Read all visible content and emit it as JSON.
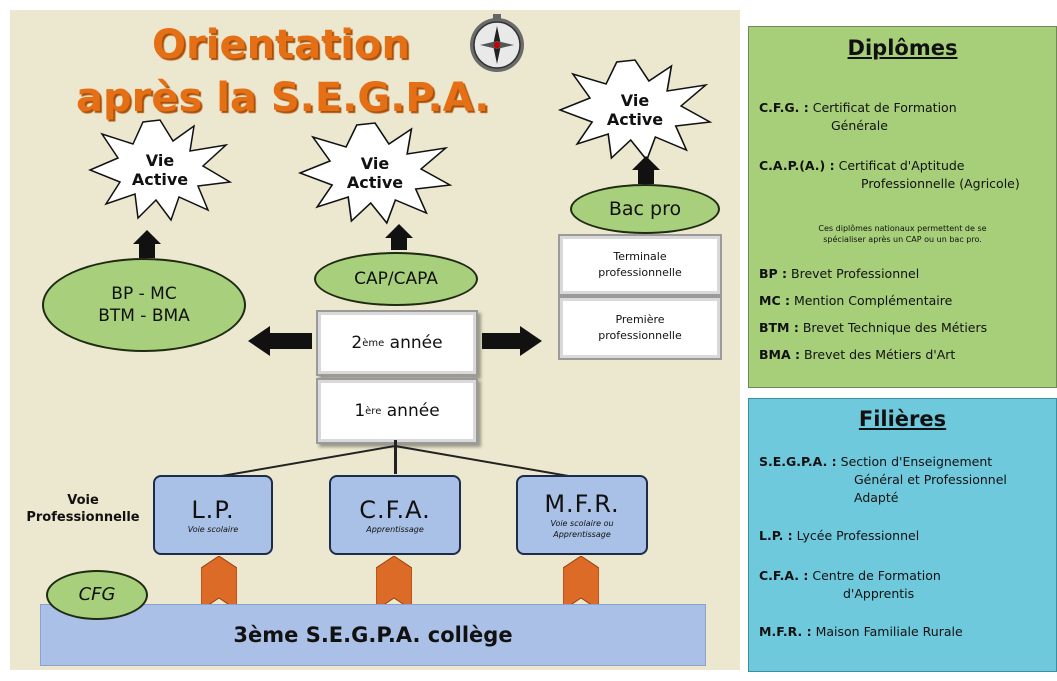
{
  "title": {
    "line1": "Orientation",
    "line2": "après la S.E.G.P.A."
  },
  "stars": {
    "left": {
      "line1": "Vie",
      "line2": "Active"
    },
    "middle": {
      "line1": "Vie",
      "line2": "Active"
    },
    "right": {
      "line1": "Vie",
      "line2": "Active"
    }
  },
  "ovals": {
    "bp_mc": {
      "line1": "BP - MC",
      "line2": "BTM - BMA"
    },
    "cap": "CAP/CAPA",
    "bac": "Bac pro",
    "cfg": "CFG"
  },
  "years": {
    "y2": {
      "num": "2",
      "sup": "ème",
      "text": " année"
    },
    "y1": {
      "num": "1",
      "sup": "ère",
      "text": " année"
    }
  },
  "pro_boxes": {
    "terminale": {
      "line1": "Terminale",
      "line2": "professionnelle"
    },
    "premiere": {
      "line1": "Première",
      "line2": "professionnelle"
    }
  },
  "voie_label": {
    "line1": "Voie",
    "line2": "Professionnelle"
  },
  "voies": [
    {
      "abbr": "L.P.",
      "sub1": "Voie scolaire",
      "sub2": ""
    },
    {
      "abbr": "C.F.A.",
      "sub1": "Apprentissage",
      "sub2": ""
    },
    {
      "abbr": "M.F.R.",
      "sub1": "Voie scolaire ou",
      "sub2": "Apprentissage"
    }
  ],
  "base": "3ème S.E.G.P.A. collège",
  "colors": {
    "green_panel": "#a7cf79",
    "blue_panel": "#6ec9dd",
    "oval_green": "#a8cf7c",
    "box_blue": "#a9c1e6",
    "title_orange": "#e56f14",
    "chevron_orange": "#dc6b27"
  },
  "diplomes": {
    "title": "Diplômes",
    "cfg": {
      "abbr": "C.F.G. :",
      "line1": "Certificat de Formation",
      "line2": "Générale"
    },
    "cap": {
      "abbr": "C.A.P.(A.) :",
      "line1": "Certificat d'Aptitude",
      "line2": "Professionnelle (Agricole)"
    },
    "note": {
      "line1": "Ces diplômes nationaux permettent de se",
      "line2": "spécialiser après un CAP ou un bac pro."
    },
    "items": [
      {
        "abbr": "BP :",
        "text": "Brevet Professionnel"
      },
      {
        "abbr": "MC :",
        "text": "Mention Complémentaire"
      },
      {
        "abbr": "BTM :",
        "text": "Brevet Technique des Métiers"
      },
      {
        "abbr": "BMA :",
        "text": "Brevet des Métiers d'Art"
      }
    ]
  },
  "filieres": {
    "title": "Filières",
    "segpa": {
      "abbr": "S.E.G.P.A. :",
      "line1": "Section d'Enseignement",
      "line2": "Général et Professionnel",
      "line3": "Adapté"
    },
    "lp": {
      "abbr": "L.P. :",
      "text": "Lycée Professionnel"
    },
    "cfa": {
      "abbr": "C.F.A. :",
      "line1": "Centre de Formation",
      "line2": "d'Apprentis"
    },
    "mfr": {
      "abbr": "M.F.R. :",
      "text": "Maison Familiale Rurale"
    }
  }
}
